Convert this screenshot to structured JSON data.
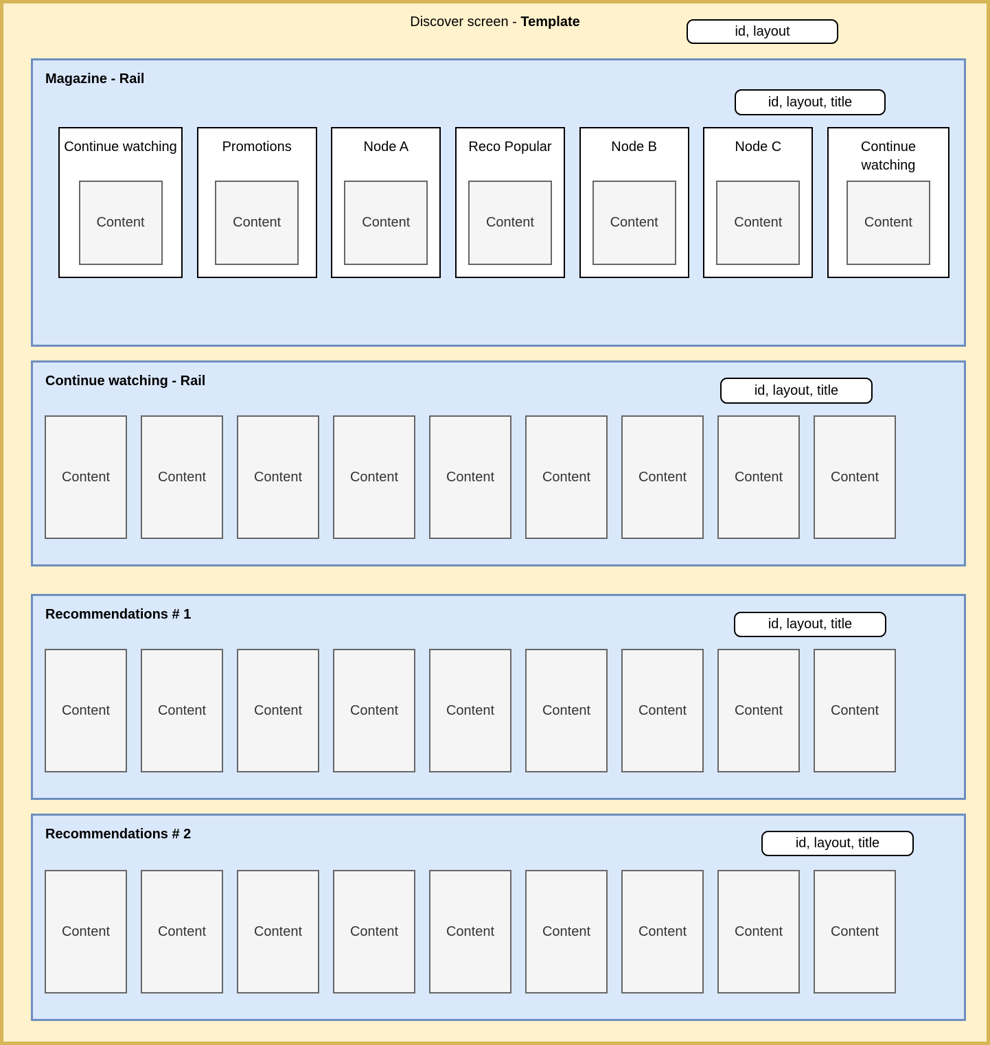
{
  "header": {
    "title_prefix": "Discover screen - ",
    "title_emphasis": "Template",
    "pill_label": "id, layout"
  },
  "colors": {
    "canvas_bg": "#FFF2CC",
    "canvas_border": "#D6B656",
    "section_bg": "#DAE8FC",
    "section_border": "#6C8EBF",
    "card_bg": "#FFFFFF",
    "card_border": "#000000",
    "content_bg": "#F5F5F5",
    "content_border": "#666666",
    "pill_bg": "#FFFFFF",
    "pill_border": "#000000"
  },
  "sections": [
    {
      "title": "Magazine - Rail",
      "pill_label": "id, layout, title",
      "cards": [
        {
          "label": "Continue watching",
          "content": "Content"
        },
        {
          "label": "Promotions",
          "content": "Content"
        },
        {
          "label": "Node A",
          "content": "Content"
        },
        {
          "label": "Reco Popular",
          "content": "Content"
        },
        {
          "label": "Node B",
          "content": "Content"
        },
        {
          "label": "Node C",
          "content": "Content"
        },
        {
          "label": "Continue watching",
          "content": "Content"
        }
      ]
    },
    {
      "title": "Continue watching - Rail",
      "pill_label": "id, layout, title",
      "items": [
        "Content",
        "Content",
        "Content",
        "Content",
        "Content",
        "Content",
        "Content",
        "Content",
        "Content"
      ]
    },
    {
      "title": "Recommendations # 1",
      "pill_label": "id, layout, title",
      "items": [
        "Content",
        "Content",
        "Content",
        "Content",
        "Content",
        "Content",
        "Content",
        "Content",
        "Content"
      ]
    },
    {
      "title": "Recommendations # 2",
      "pill_label": "id, layout, title",
      "items": [
        "Content",
        "Content",
        "Content",
        "Content",
        "Content",
        "Content",
        "Content",
        "Content",
        "Content"
      ]
    }
  ]
}
